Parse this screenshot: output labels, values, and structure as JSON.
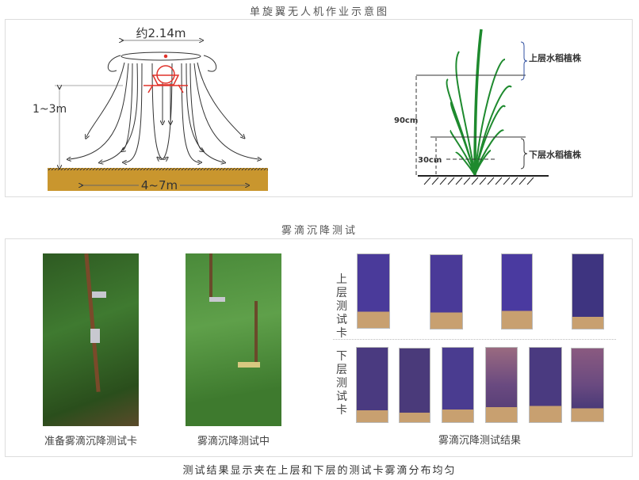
{
  "top_title": "单旋翼无人机作业示意图",
  "drone_diagram": {
    "rotor_width": "约2.14m",
    "height": "1~3m",
    "ground_width": "4~7m"
  },
  "plant_diagram": {
    "upper_label": "上层水稻植株",
    "lower_label": "下层水稻植株",
    "height_90": "90cm",
    "height_30": "30cm"
  },
  "section_title": "雾滴沉降测试",
  "photos": [
    {
      "caption": "准备雾滴沉降测试卡"
    },
    {
      "caption": "雾滴沉降测试中"
    }
  ],
  "results": {
    "upper_label": "上层测试卡",
    "lower_label": "下层测试卡",
    "caption": "雾滴沉降测试结果"
  },
  "bottom_caption": "测试结果显示夹在上层和下层的测试卡雾滴分布均匀",
  "colors": {
    "soil": "#c9962e",
    "drone": "#e0322a",
    "plant": "#1e8a2e",
    "card_blue": "#4a3a9a",
    "card_tan": "#c8a070"
  }
}
